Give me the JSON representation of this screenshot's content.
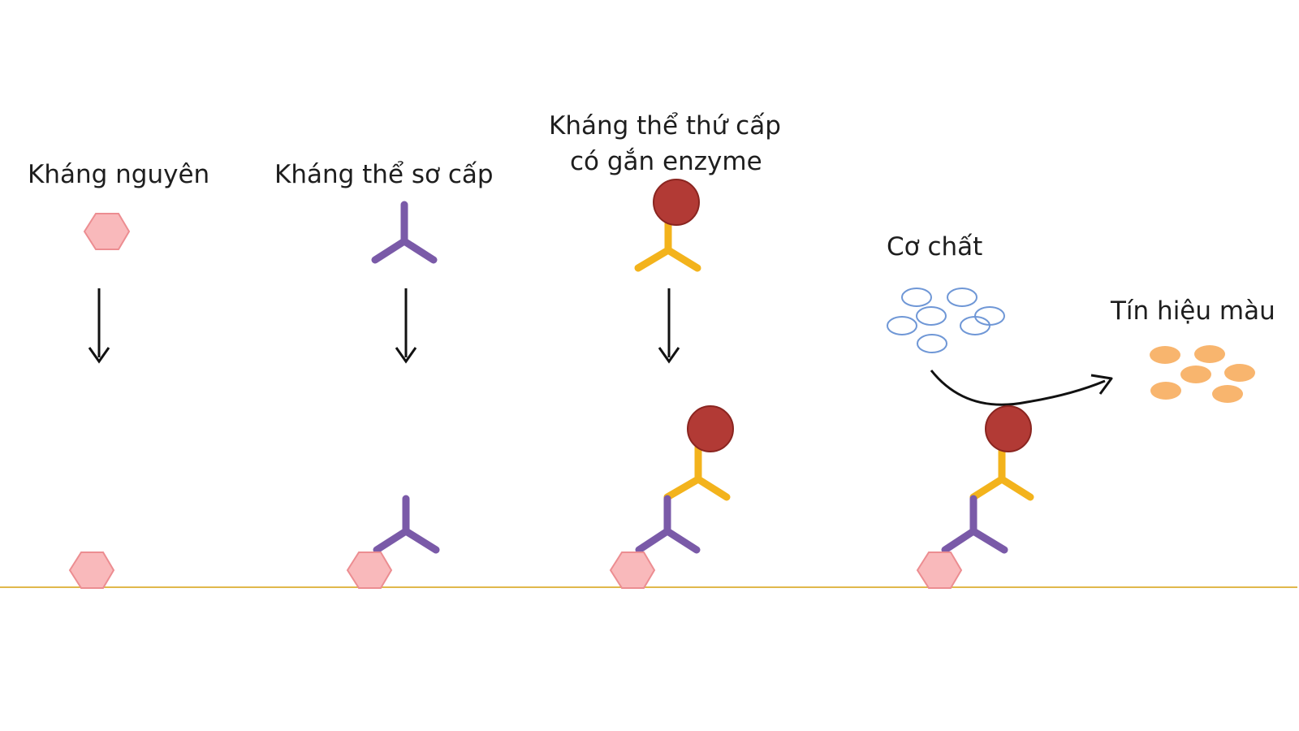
{
  "labels": {
    "antigen": "Kháng nguyên",
    "primary_antibody": "Kháng thể sơ cấp",
    "secondary_line1": "Kháng thể thứ cấp",
    "secondary_line2": "có gắn enzyme",
    "substrate": "Cơ chất",
    "color_signal": "Tín hiệu màu"
  },
  "colors": {
    "antigen_fill": "#f9b9bb",
    "antigen_stroke": "#ec8d91",
    "primary_antibody": "#7a5aa8",
    "secondary_antibody": "#f3b31c",
    "enzyme_fill": "#b23a35",
    "enzyme_stroke": "#8a2520",
    "substrate_ring": "#6f97d6",
    "signal_dot": "#f8b56e",
    "surface_line": "#e0b84c",
    "arrow": "#111111"
  }
}
